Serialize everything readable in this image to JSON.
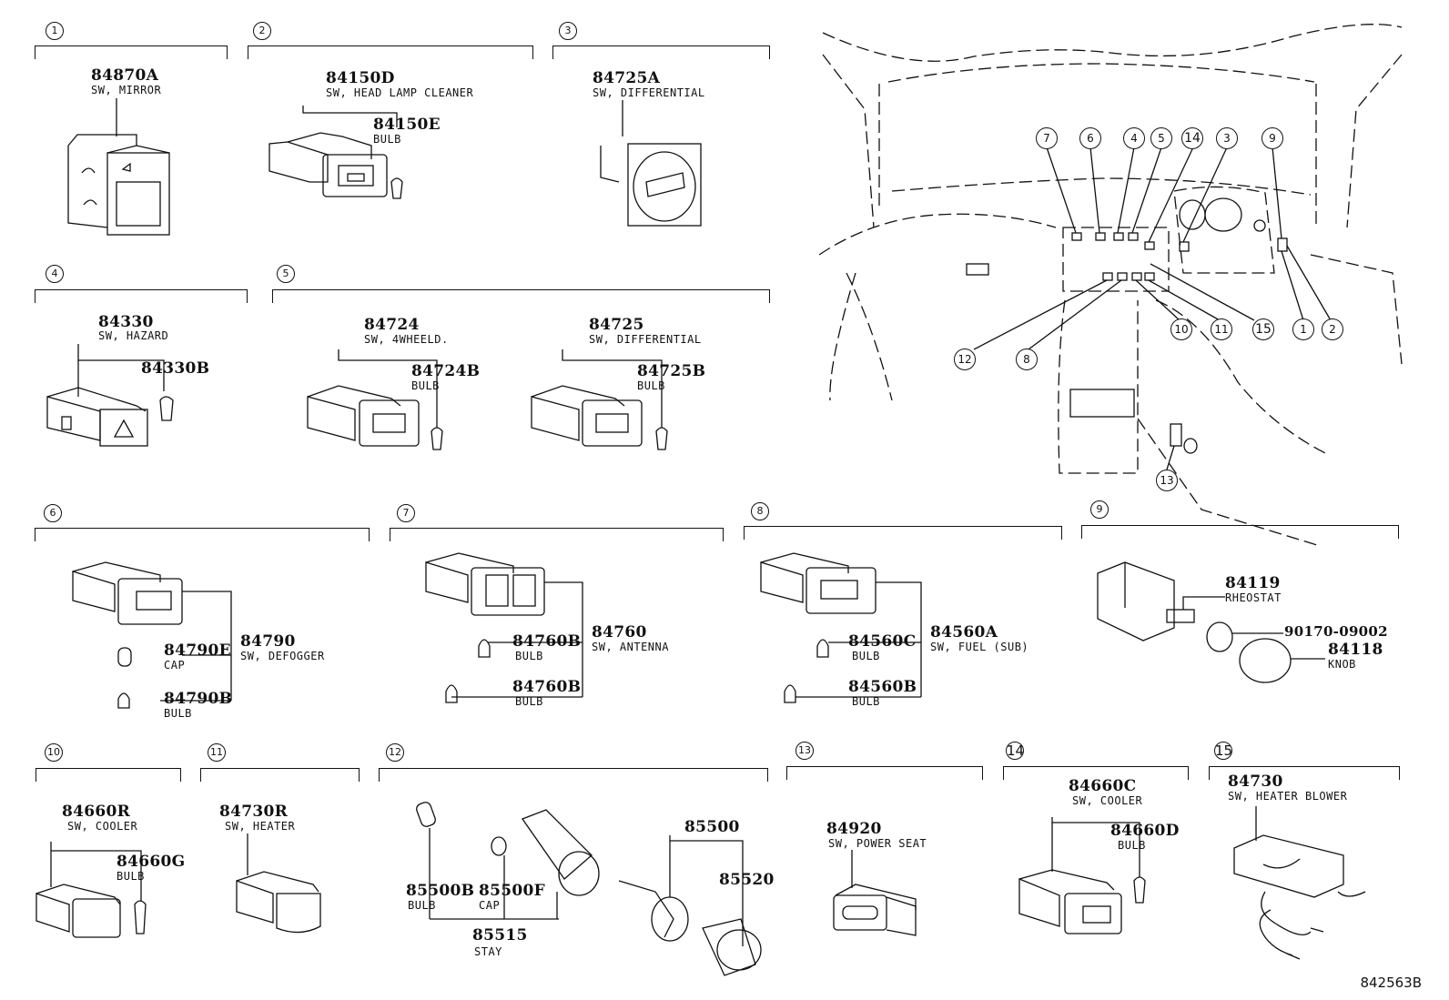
{
  "drawing_number": "842563B",
  "sections": [
    {
      "num": "1",
      "parts": [
        {
          "pn": "84870A",
          "desc": "SW, MIRROR"
        }
      ]
    },
    {
      "num": "2",
      "parts": [
        {
          "pn": "84150D",
          "desc": "SW, HEAD LAMP CLEANER"
        },
        {
          "pn": "84150E",
          "desc": "BULB"
        }
      ]
    },
    {
      "num": "3",
      "parts": [
        {
          "pn": "84725A",
          "desc": "SW, DIFFERENTIAL"
        }
      ]
    },
    {
      "num": "4",
      "parts": [
        {
          "pn": "84330",
          "desc": "SW, HAZARD"
        },
        {
          "pn": "84330B",
          "desc": ""
        }
      ]
    },
    {
      "num": "5",
      "parts": [
        {
          "pn": "84724",
          "desc": "SW, 4WHEELD."
        },
        {
          "pn": "84724B",
          "desc": "BULB"
        },
        {
          "pn": "84725",
          "desc": "SW, DIFFERENTIAL"
        },
        {
          "pn": "84725B",
          "desc": "BULB"
        }
      ]
    },
    {
      "num": "6",
      "parts": [
        {
          "pn": "84790E",
          "desc": "CAP"
        },
        {
          "pn": "84790",
          "desc": "SW, DEFOGGER"
        },
        {
          "pn": "84790B",
          "desc": "BULB"
        }
      ]
    },
    {
      "num": "7",
      "parts": [
        {
          "pn": "84760B",
          "desc": "BULB"
        },
        {
          "pn": "84760",
          "desc": "SW, ANTENNA"
        },
        {
          "pn": "84760B",
          "desc": "BULB"
        }
      ]
    },
    {
      "num": "8",
      "parts": [
        {
          "pn": "84560C",
          "desc": "BULB"
        },
        {
          "pn": "84560A",
          "desc": "SW, FUEL (SUB)"
        },
        {
          "pn": "84560B",
          "desc": "BULB"
        }
      ]
    },
    {
      "num": "9",
      "parts": [
        {
          "pn": "84119",
          "desc": "RHEOSTAT"
        },
        {
          "pn": "90170-09002",
          "desc": ""
        },
        {
          "pn": "84118",
          "desc": "KNOB"
        }
      ]
    },
    {
      "num": "10",
      "parts": [
        {
          "pn": "84660R",
          "desc": "SW, COOLER"
        },
        {
          "pn": "84660G",
          "desc": "BULB"
        }
      ]
    },
    {
      "num": "11",
      "parts": [
        {
          "pn": "84730R",
          "desc": "SW, HEATER"
        }
      ]
    },
    {
      "num": "12",
      "parts": [
        {
          "pn": "85500",
          "desc": ""
        },
        {
          "pn": "85520",
          "desc": ""
        },
        {
          "pn": "85500B",
          "desc": "BULB"
        },
        {
          "pn": "85500F",
          "desc": "CAP"
        },
        {
          "pn": "85515",
          "desc": "STAY"
        }
      ]
    },
    {
      "num": "13",
      "parts": [
        {
          "pn": "84920",
          "desc": "SW, POWER SEAT"
        }
      ]
    },
    {
      "num": "14",
      "parts": [
        {
          "pn": "84660C",
          "desc": "SW, COOLER"
        },
        {
          "pn": "84660D",
          "desc": "BULB"
        }
      ]
    },
    {
      "num": "15",
      "parts": [
        {
          "pn": "84730",
          "desc": "SW, HEATER BLOWER"
        }
      ]
    }
  ],
  "overview_callouts": [
    "7",
    "6",
    "4",
    "5",
    "14",
    "3",
    "9",
    "12",
    "8",
    "10",
    "11",
    "15",
    "1",
    "2",
    "13"
  ]
}
